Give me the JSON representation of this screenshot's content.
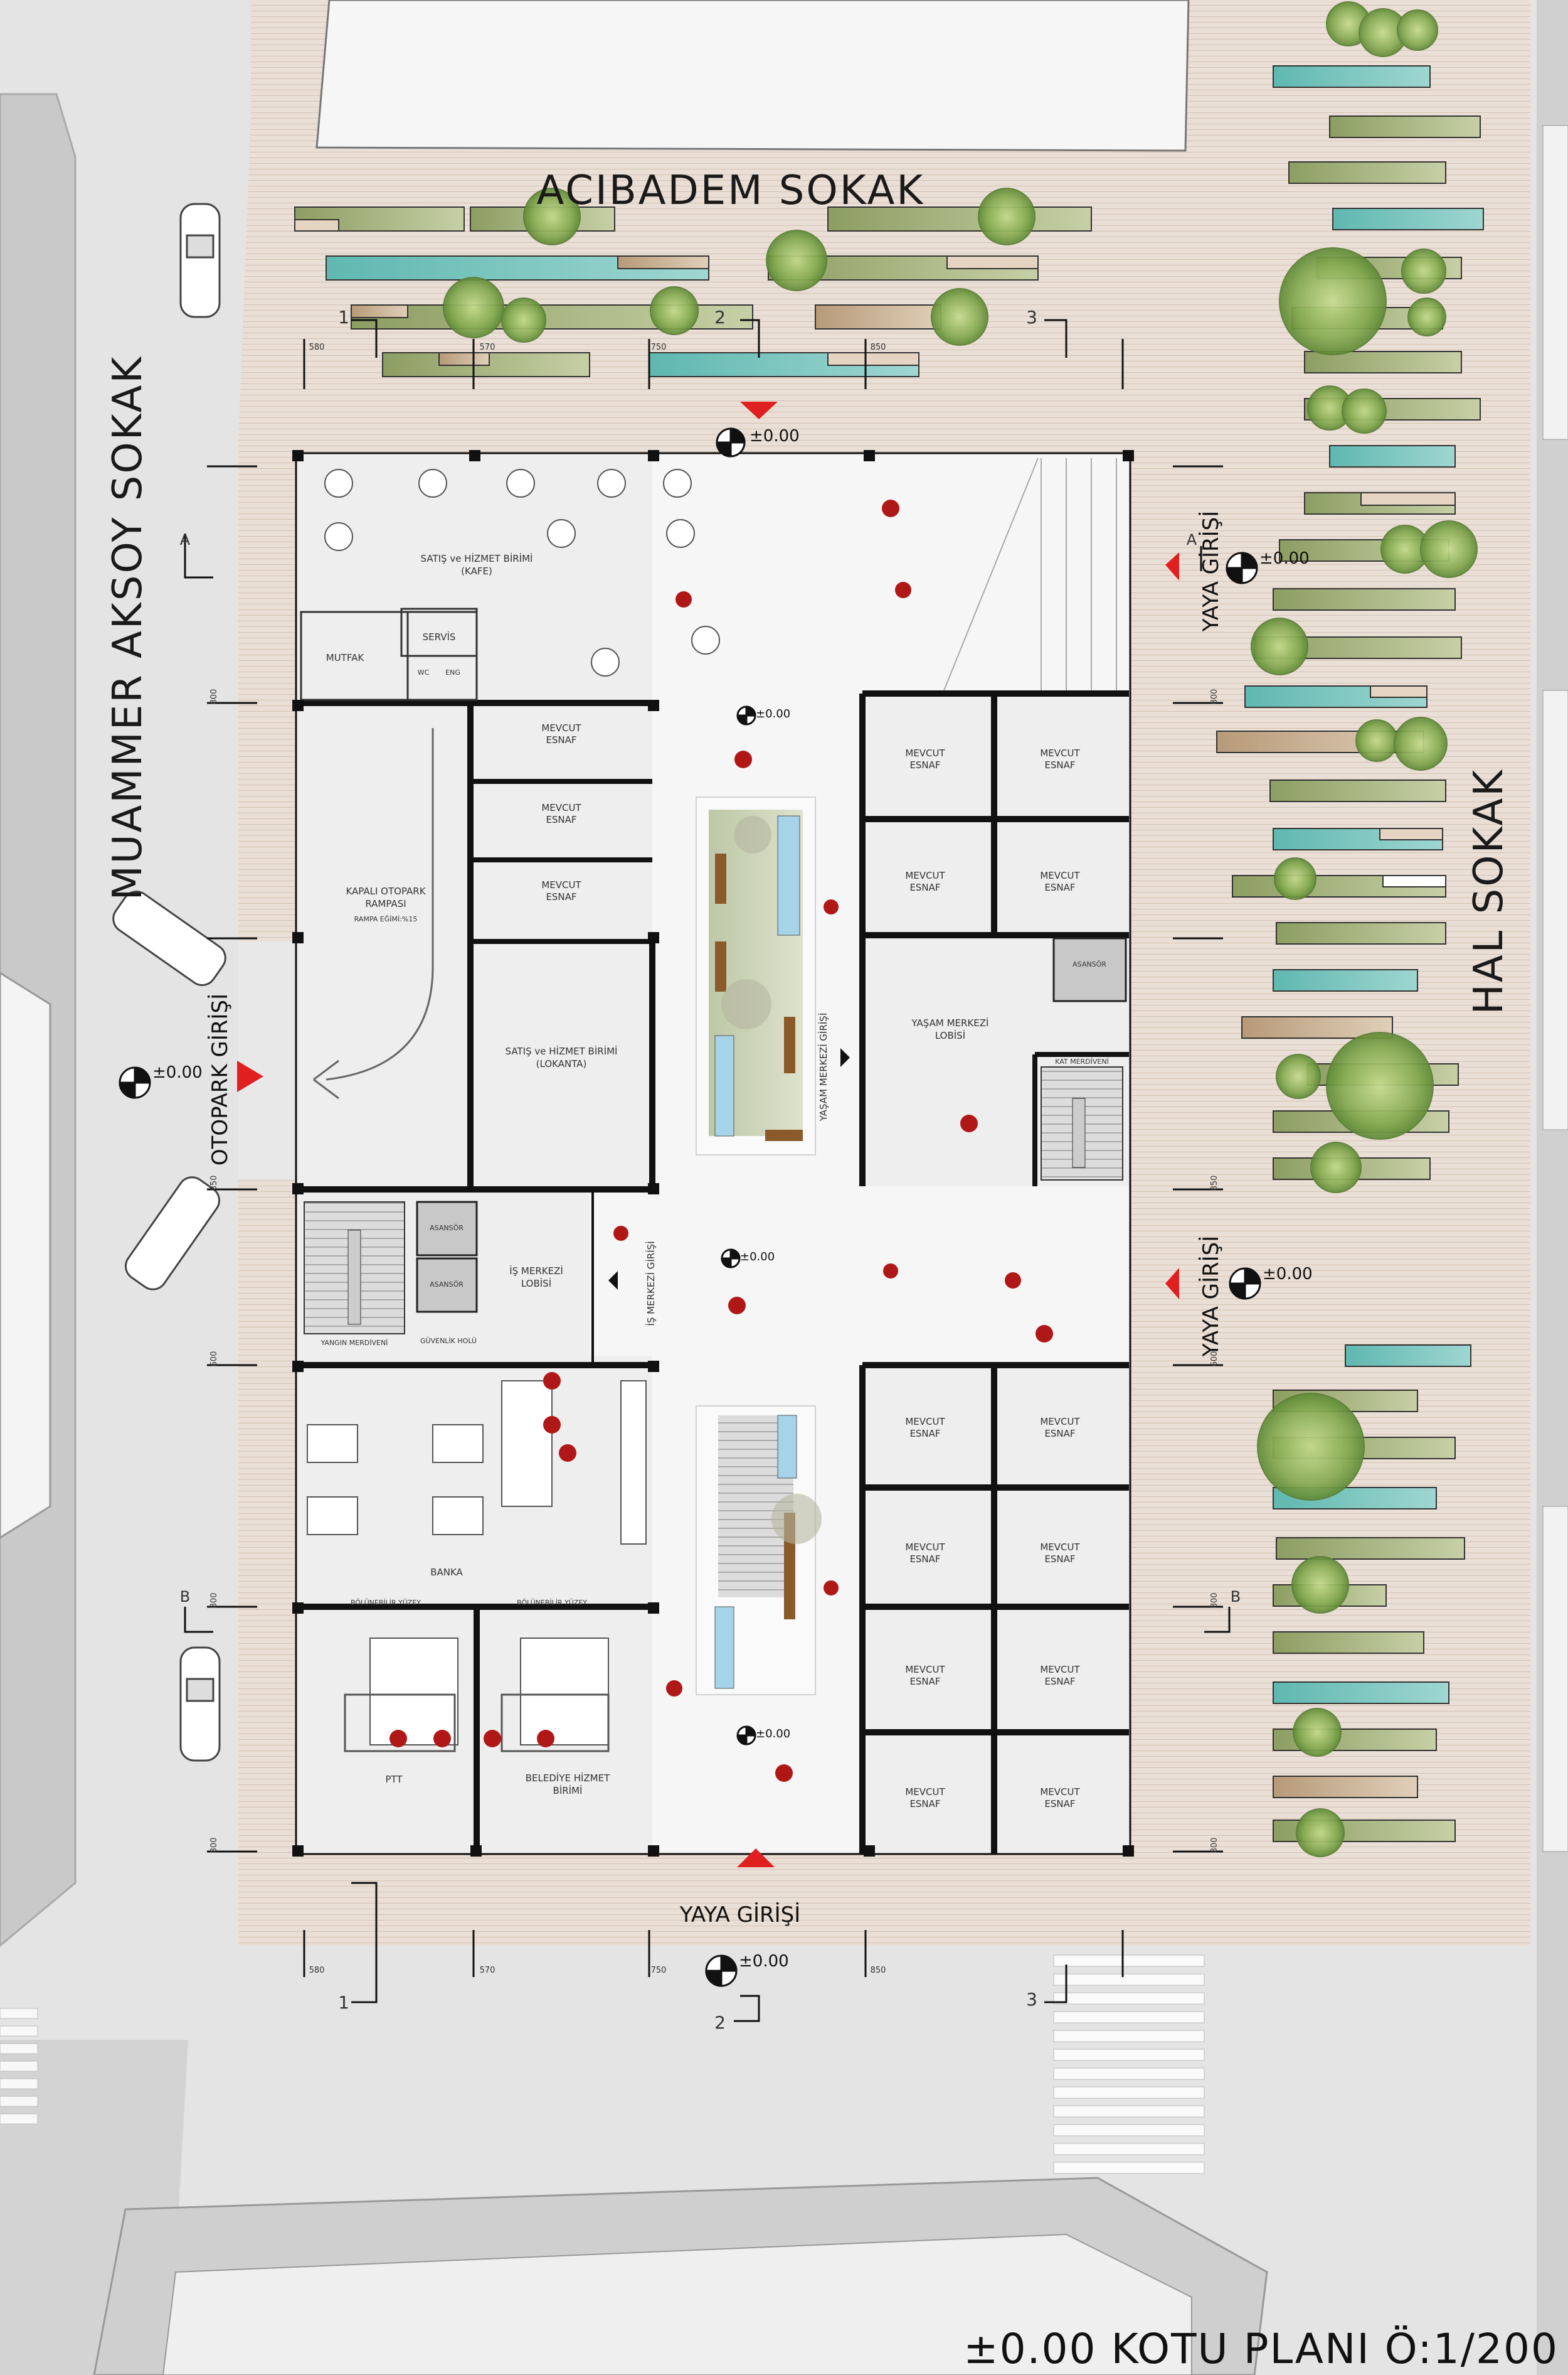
{
  "title": "±0.00 KOTU PLANI Ö:1/200",
  "streets": {
    "north": "ACIBADEM SOKAK",
    "west": "MUAMMER AKSOY SOKAK",
    "east": "HAL SOKAK"
  },
  "entrances": {
    "parking": "OTOPARK GİRİŞİ",
    "pedestrian_south": "YAYA GİRİŞİ",
    "pedestrian_east_1": "YAYA GİRİŞİ",
    "pedestrian_east_2": "YAYA GİRİŞİ",
    "living_center": "YAŞAM MERKEZİ GİRİŞİ",
    "business_center": "İŞ MERKEZİ GİRİŞİ"
  },
  "levels": {
    "north": "±0.00",
    "west": "±0.00",
    "east_1": "±0.00",
    "east_2": "±0.00",
    "courtyard_1": "±0.00",
    "courtyard_2": "±0.00",
    "courtyard_3": "±0.00",
    "south": "±0.00"
  },
  "rooms": {
    "kafe_l1": "SATIŞ ve HİZMET BİRİMİ",
    "kafe_l2": "(KAFE)",
    "servis": "SERVİS",
    "mutfak": "MUTFAK",
    "wc": "WC",
    "engelli": "ENG",
    "mevcut_l1": "MEVCUT",
    "mevcut_l2": "ESNAF",
    "ramp_l1": "KAPALI OTOPARK",
    "ramp_l2": "RAMPASI",
    "ramp_l3": "RAMPA EĞİMİ:%15",
    "lokanta_l1": "SATIŞ ve HİZMET BİRİMİ",
    "lokanta_l2": "(LOKANTA)",
    "yasam_l1": "YAŞAM MERKEZİ",
    "yasam_l2": "LOBİSİ",
    "asansor": "ASANSÖR",
    "kat_merdiveni": "KAT MERDİVENİ",
    "is_l1": "İŞ MERKEZİ",
    "is_l2": "LOBİSİ",
    "yangin": "YANGIN MERDİVENİ",
    "guvenlik": "GÜVENLİK HOLÜ",
    "banka": "BANKA",
    "bolunebilir": "BÖLÜNEBİLİR YÜZEY",
    "ptt": "PTT",
    "belediye_l1": "BELEDİYE HİZMET",
    "belediye_l2": "BİRİMİ"
  },
  "dimensions": {
    "d580": "580",
    "d570": "570",
    "d750": "750",
    "d850": "850",
    "d800": "800",
    "d600": "600"
  },
  "section_marks": {
    "a": "A",
    "b": "B",
    "s1": "1",
    "s2": "2",
    "s3": "3"
  }
}
